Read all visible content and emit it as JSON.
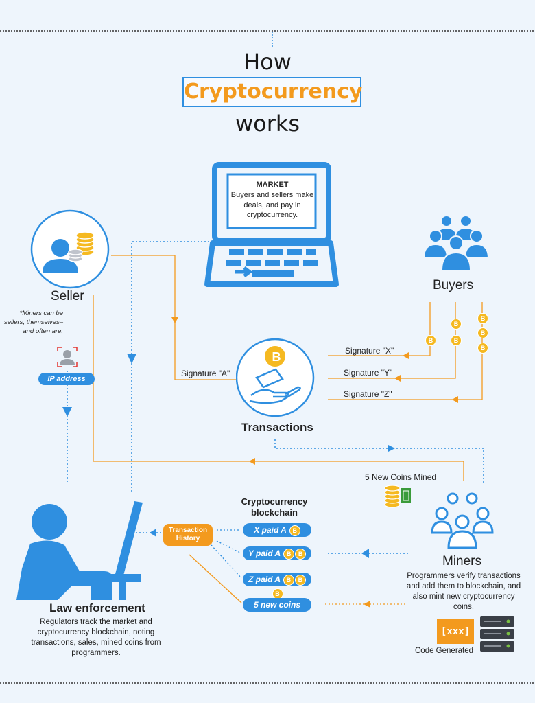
{
  "title": {
    "line1": "How",
    "highlight": "Cryptocurrency",
    "line3": "works"
  },
  "market": {
    "heading": "MARKET",
    "text": "Buyers and sellers make deals, and pay in cryptocurrency."
  },
  "seller": {
    "label": "Seller",
    "note": "*Miners can be sellers, themselves–and often are."
  },
  "ip_badge": "IP address",
  "buyers": {
    "label": "Buyers"
  },
  "transactions": {
    "label": "Transactions"
  },
  "signatures": {
    "a": "Signature \"A\"",
    "x": "Signature \"X\"",
    "y": "Signature \"Y\"",
    "z": "Signature \"Z\""
  },
  "coin_symbol": "B",
  "new_coins_mined": "5 New Coins Mined",
  "blockchain": {
    "title": "Cryptocurrency blockchain",
    "history": "Transaction History",
    "items": [
      "X paid A",
      "Y paid A",
      "Z paid A",
      "5 new coins"
    ]
  },
  "miners": {
    "label": "Miners",
    "text": "Programmers verify transactions and add them to blockchain, and also mint new cryptocurrency coins."
  },
  "code": {
    "glyph": "[xxx]",
    "label": "Code Generated"
  },
  "law": {
    "label": "Law enforcement",
    "text": "Regulators track the market and cryptocurrency blockchain, noting transactions, sales, mined coins from programmers."
  },
  "colors": {
    "blue": "#2f8fe0",
    "orange": "#f39a1e",
    "coin": "#f5b921",
    "background": "#eef5fc"
  }
}
